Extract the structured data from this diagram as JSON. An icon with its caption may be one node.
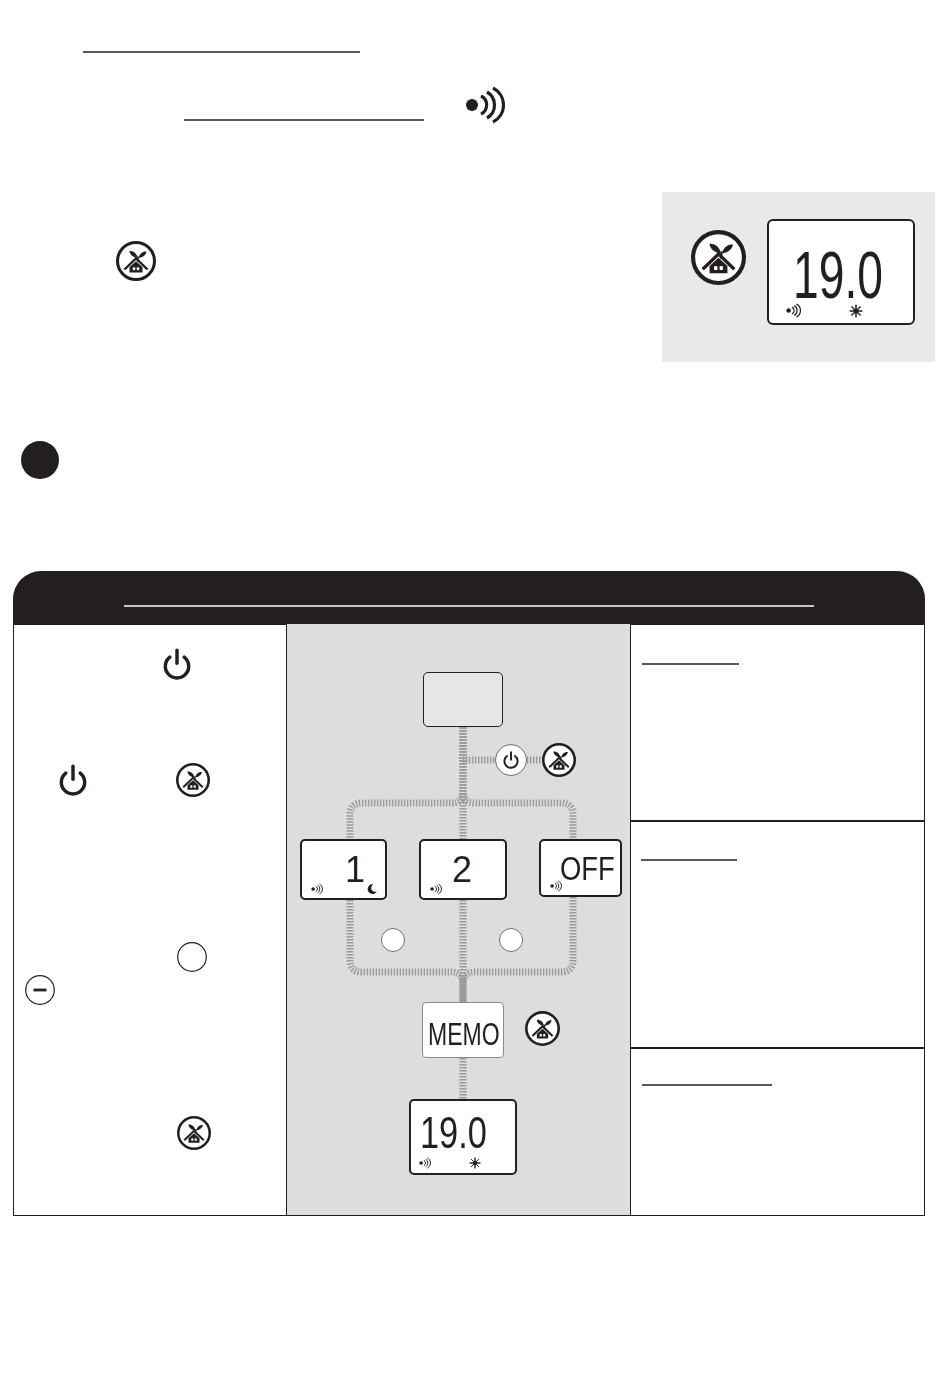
{
  "diagram": {
    "nodes": [
      {
        "text": [
          "19.0"
        ]
      },
      {
        "text": [],
        "shape": "box"
      },
      {
        "text": [],
        "shape": "circle"
      },
      {
        "text": [],
        "shape": "circle"
      },
      {
        "text": [
          "1"
        ]
      },
      {
        "text": [
          "2"
        ]
      },
      {
        "text": [
          "OFF"
        ]
      },
      {
        "text": [],
        "shape": "circle"
      },
      {
        "text": [],
        "shape": "circle"
      },
      {
        "text": [
          "MEMO"
        ]
      },
      {
        "text": [],
        "shape": "circle"
      },
      {
        "text": [
          "19.0"
        ]
      }
    ],
    "edges": [
      {
        "from": 1,
        "to": 2,
        "arrow": "none"
      },
      {
        "from": 2,
        "to": 3,
        "arrow": "none"
      },
      {
        "from": 1,
        "to": 4,
        "arrow": "none"
      },
      {
        "from": 1,
        "to": 5,
        "arrow": "none"
      },
      {
        "from": 1,
        "to": 6,
        "arrow": "none"
      },
      {
        "from": 4,
        "to": 9,
        "arrow": "none"
      },
      {
        "from": 5,
        "to": 9,
        "arrow": "none"
      },
      {
        "from": 6,
        "to": 9,
        "arrow": "none"
      },
      {
        "from": 9,
        "to": 11,
        "arrow": "none"
      }
    ]
  }
}
